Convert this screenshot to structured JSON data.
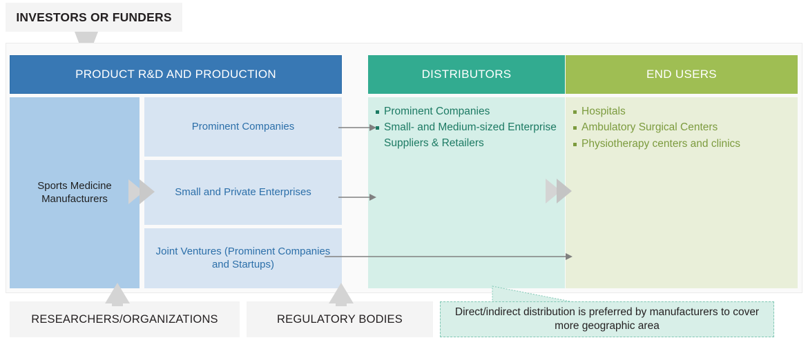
{
  "diagram": {
    "title_tag": "INVESTORS OR FUNDERS",
    "columns": [
      {
        "key": "rnd",
        "header": "PRODUCT R&D AND PRODUCTION",
        "color": "#3878b4",
        "body_color": "#aacbe8"
      },
      {
        "key": "dist",
        "header": "DISTRIBUTORS",
        "color": "#32ab90",
        "body_color": "#d5efe8"
      },
      {
        "key": "users",
        "header": "END USERS",
        "color": "#9fbe53",
        "body_color": "#e9efd9"
      }
    ],
    "rnd": {
      "manufacturers_label": "Sports Medicine Manufacturers",
      "sub_boxes": [
        {
          "label": "Prominent Companies"
        },
        {
          "label": "Small and Private Enterprises"
        },
        {
          "label": "Joint Ventures (Prominent Companies and Startups)"
        }
      ]
    },
    "distributors": {
      "items": [
        "Prominent Companies",
        "Small- and Medium-sized Enterprise Suppliers & Retailers"
      ]
    },
    "end_users": {
      "items": [
        "Hospitals",
        "Ambulatory  Surgical Centers",
        "Physiotherapy centers and clinics"
      ]
    },
    "bottom_tags": [
      {
        "label": "RESEARCHERS/ORGANIZATIONS"
      },
      {
        "label": "REGULATORY BODIES"
      }
    ],
    "callout": {
      "text": "Direct/indirect distribution is preferred by manufacturers to cover more geographic area",
      "fill": "#d8efe8",
      "border": "#7fc7b4"
    },
    "connectors": {
      "arrow_color": "#808080",
      "chevron_color": "#d4d4d4"
    }
  }
}
